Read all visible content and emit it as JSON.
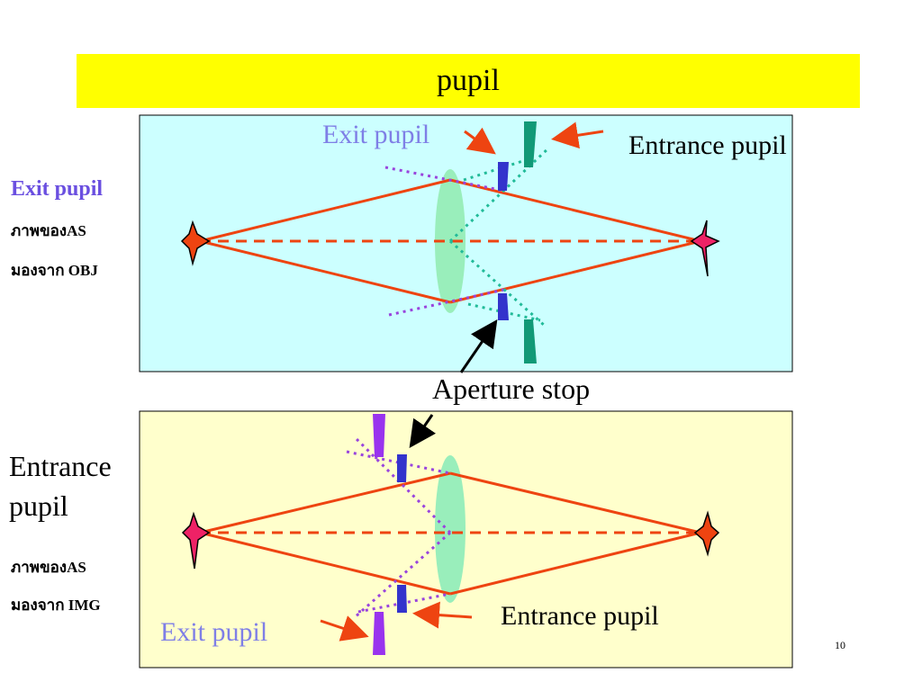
{
  "title": "pupil",
  "side": {
    "exit_pupil": "Exit pupil",
    "thai_image_of_as_1": "ภาพของAS",
    "thai_seen_from_obj": "มองจาก OBJ",
    "entrance_pupil": "Entrance pupil",
    "thai_image_of_as_2": "ภาพของAS",
    "thai_seen_from_img": "มองจาก IMG"
  },
  "labels": {
    "exit_pupil_top": "Exit pupil",
    "entrance_pupil_top": "Entrance pupil",
    "aperture_stop": "Aperture stop",
    "entrance_pupil_bottom": "Entrance pupil",
    "exit_pupil_bottom": "Exit pupil"
  },
  "slide_number": "10",
  "colors": {
    "title_bg": "#ffff00",
    "top_panel_bg": "#ccffff",
    "bottom_panel_bg": "#ffffcc",
    "ray": "#ee4411",
    "lens": "#99eebb",
    "stop_blue": "#3333cc",
    "pupil_teal": "#119977",
    "pupil_purple": "#9933ee",
    "dotted_teal": "#22bb99",
    "dotted_purple": "#9944dd",
    "label_purple": "#7f7fe6"
  }
}
